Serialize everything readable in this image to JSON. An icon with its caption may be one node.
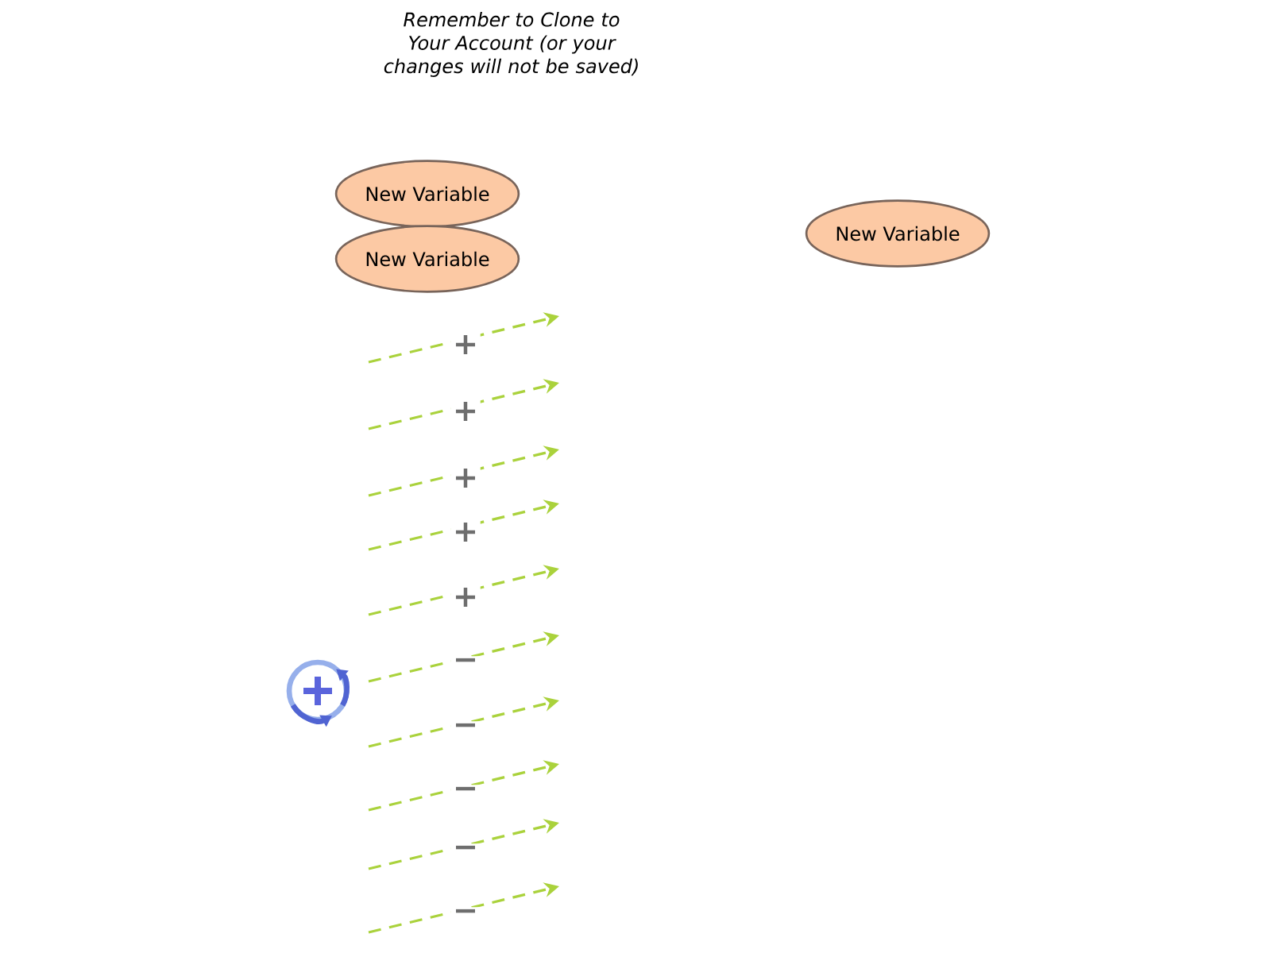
{
  "diagram": {
    "nodes": [
      {
        "text": [
          "New Variable"
        ]
      },
      {
        "text": [
          "New Variable"
        ]
      },
      {
        "text": [
          "New Variable"
        ]
      }
    ],
    "labels": [
      "Remember to Clone to Your Account (or your changes will not be saved)",
      "+",
      "+",
      "+",
      "+",
      "+",
      "−",
      "−",
      "−",
      "−",
      "−"
    ]
  }
}
